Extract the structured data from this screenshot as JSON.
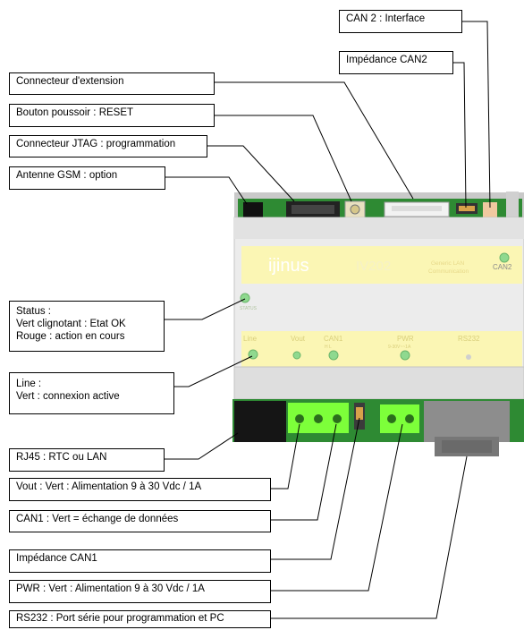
{
  "labels": {
    "can2_interface": "CAN 2 : Interface",
    "impedance_can2": "Impédance CAN2",
    "extension_connector": "Connecteur d'extension",
    "reset_button": "Bouton poussoir : RESET",
    "jtag_connector": "Connecteur JTAG : programmation",
    "gsm_antenna": "Antenne GSM : option",
    "status": "Status :\nVert clignotant : Etat OK\nRouge : action en cours",
    "line": "Line :\nVert : connexion active",
    "rj45": "RJ45 : RTC ou LAN",
    "vout": "Vout : Vert :  Alimentation 9 à 30 Vdc / 1A",
    "can1": "CAN1 : Vert = échange de données",
    "impedance_can1": "Impédance CAN1",
    "pwr": "PWR : Vert : Alimentation 9 à 30 Vdc / 1A",
    "rs232": "RS232 : Port série pour programmation et PC"
  },
  "device": {
    "logo": "ijinus",
    "model": "IV202",
    "tagline_1": "Generic LAN",
    "tagline_2": "Communication",
    "can2_label": "CAN2",
    "status_small": "STATUS",
    "leds": {
      "line": "Line",
      "vout": "Vout",
      "can1": "CAN1",
      "can1_pins": "H   L",
      "pwr": "PWR",
      "pwr_sub": "9-30V~~1A",
      "rs232": "RS232"
    }
  },
  "colors": {
    "label_border": "#000000",
    "leader_line": "#000000",
    "pcb_green": "#2e8a33",
    "terminal_green": "#7dff3a",
    "led_green": "#8fd98f",
    "panel_yellow": "#fbf6b4"
  }
}
